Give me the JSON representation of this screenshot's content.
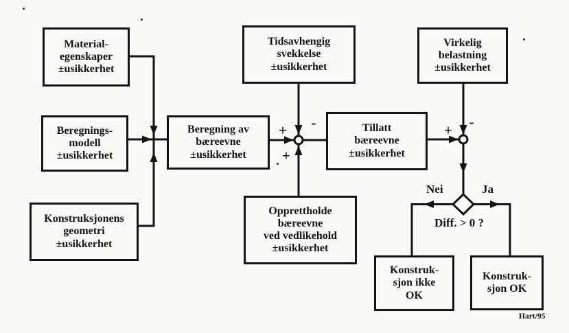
{
  "colors": {
    "ink": "#141414",
    "paper": "#fbfaf6"
  },
  "boxes": {
    "material_egenskaper": "Material-\negenskaper\n±usikkerhet",
    "beregningsmodell": "Beregnings-\nmodell\n±usikkerhet",
    "konstruksjonens_geometri": "Konstruksjonens\ngeometri\n±usikkerhet",
    "beregning_av_baereevne": "Beregning av\nbæreevne\n±usikkerhet",
    "tidsavhengig_svekkelse": "Tidsavhengig\nsvekkelse\n±usikkerhet",
    "tillatt_baereevne": "Tillatt\nbæreevne\n±usikkerhet",
    "virkelig_belastning": "Virkelig\nbelastning\n±usikkerhet",
    "opprettholde_baereevne": "Opprettholde\nbæreevne\nved vedlikehold\n±usikkerhet",
    "konstruksjon_ikke_ok": "Konstruk-\nsjon ikke\nOK",
    "konstruksjon_ok": "Konstruk-\nsjon OK"
  },
  "junction_signs": {
    "sum1_left": "+",
    "sum1_top": "-",
    "sum1_bottom": "+",
    "sum2_left": "+",
    "sum2_top": "-"
  },
  "decision": {
    "question": "Diff. > 0 ?",
    "no_label": "Nei",
    "yes_label": "Ja"
  },
  "credit": "Hart/95"
}
